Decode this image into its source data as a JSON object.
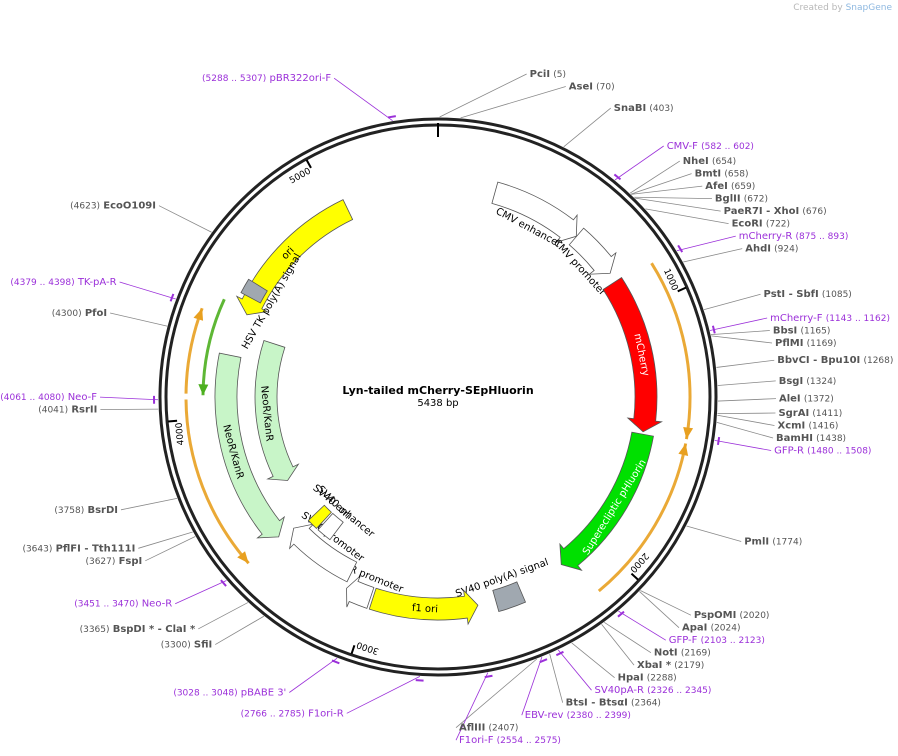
{
  "credit": {
    "prefix": "Created by",
    "brand": "SnapGene"
  },
  "plasmid": {
    "name": "Lyn-tailed mCherry-SEpHluorin",
    "length": "5438 bp"
  },
  "ticks": [
    {
      "pos": 1000,
      "label": "1000"
    },
    {
      "pos": 2000,
      "label": "2000"
    },
    {
      "pos": 3000,
      "label": "3000"
    },
    {
      "pos": 4000,
      "label": "4000"
    },
    {
      "pos": 5000,
      "label": "5000"
    }
  ],
  "features": [
    {
      "label": "ori",
      "start": 4430,
      "end": 5050,
      "color": "#ffff00",
      "dir": "rev"
    },
    {
      "label": "CMV enhancer",
      "start": 235,
      "end": 615,
      "color": "#ffffff",
      "dir": "fwd"
    },
    {
      "label": "CMV promoter",
      "start": 616,
      "end": 820,
      "color": "#ffffff",
      "dir": "fwd"
    },
    {
      "label": "mCherry",
      "start": 860,
      "end": 1505,
      "color": "#ff0000",
      "dir": "fwd"
    },
    {
      "label": "Superecliptic pHluorin",
      "start": 1515,
      "end": 2170,
      "color": "#00e000",
      "dir": "fwd"
    },
    {
      "label": "SV40 poly(A) signal",
      "start": 2370,
      "end": 2480,
      "color": "#a0a8b0",
      "dir": "none"
    },
    {
      "label": "f1 ori",
      "start": 2555,
      "end": 2990,
      "color": "#ffff00",
      "dir": "rev"
    },
    {
      "label": "AmpR promoter",
      "start": 3000,
      "end": 3105,
      "color": "#ffffff",
      "dir": "fwd"
    },
    {
      "label": "SV40 promoter",
      "start": 3115,
      "end": 3440,
      "color": "#ffffff",
      "dir": "fwd"
    },
    {
      "label": "SV40 enhancer",
      "start": 3280,
      "end": 3355,
      "color": "#ffffff",
      "dir": "none"
    },
    {
      "label": "SV40 ori",
      "start": 3365,
      "end": 3420,
      "color": "#ffff00",
      "dir": "none"
    },
    {
      "label": "NeoR/KanR",
      "start": 3455,
      "end": 4250,
      "color": "#c8f5c8",
      "dir": "rev"
    },
    {
      "label": "NeoR/KanR",
      "start": 3640,
      "end": 4350,
      "color": "#c8f5c8",
      "dir": "rev"
    },
    {
      "label": "HSV TK poly(A) signal",
      "start": 4500,
      "end": 4560,
      "color": "#a0a8b0",
      "dir": "none"
    }
  ],
  "primer_arrows": [
    {
      "start": 875,
      "end": 1505,
      "dir": "fwd",
      "color": "#e8a020"
    },
    {
      "start": 1520,
      "end": 2120,
      "dir": "rev",
      "color": "#e8a020"
    },
    {
      "start": 3455,
      "end": 4070,
      "dir": "rev",
      "color": "#e8a020"
    },
    {
      "start": 4090,
      "end": 4390,
      "dir": "fwd",
      "color": "#e8a020"
    },
    {
      "start": 4085,
      "end": 4450,
      "dir": "rev",
      "color": "#4caf1f"
    }
  ],
  "sites": [
    {
      "name": "PciI",
      "num": "(5)",
      "pos": 5,
      "side": "numFirst"
    },
    {
      "name": "AseI",
      "num": "(70)",
      "pos": 70
    },
    {
      "name": "SnaBI",
      "num": "(403)",
      "pos": 403
    },
    {
      "name": "CMV-F",
      "num": "(582 .. 602)",
      "pos": 592,
      "primer": true
    },
    {
      "name": "NheI",
      "num": "(654)",
      "pos": 654
    },
    {
      "name": "BmtI",
      "num": "(658)",
      "pos": 658
    },
    {
      "name": "AfeI",
      "num": "(659)",
      "pos": 659
    },
    {
      "name": "BglII",
      "num": "(672)",
      "pos": 672
    },
    {
      "name": "PaeR7I - XhoI",
      "num": "(676)",
      "pos": 676
    },
    {
      "name": "EcoRI",
      "num": "(722)",
      "pos": 722
    },
    {
      "name": "mCherry-R",
      "num": "(875 .. 893)",
      "pos": 884,
      "primer": true
    },
    {
      "name": "AhdI",
      "num": "(924)",
      "pos": 924
    },
    {
      "name": "PstI - SbfI",
      "num": "(1085)",
      "pos": 1085
    },
    {
      "name": "mCherry-F",
      "num": "(1143 .. 1162)",
      "pos": 1152,
      "primer": true
    },
    {
      "name": "BbsI",
      "num": "(1165)",
      "pos": 1165
    },
    {
      "name": "PflMI",
      "num": "(1169)",
      "pos": 1169
    },
    {
      "name": "BbvCI - Bpu10I",
      "num": "(1268)",
      "pos": 1268
    },
    {
      "name": "BsgI",
      "num": "(1324)",
      "pos": 1324
    },
    {
      "name": "AleI",
      "num": "(1372)",
      "pos": 1372
    },
    {
      "name": "SgrAI",
      "num": "(1411)",
      "pos": 1411
    },
    {
      "name": "XcmI",
      "num": "(1416)",
      "pos": 1416
    },
    {
      "name": "BamHI",
      "num": "(1438)",
      "pos": 1438
    },
    {
      "name": "GFP-R",
      "num": "(1480 .. 1508)",
      "pos": 1494,
      "primer": true
    },
    {
      "name": "PmlI",
      "num": "(1774)",
      "pos": 1774
    },
    {
      "name": "PspOMI",
      "num": "(2020)",
      "pos": 2020
    },
    {
      "name": "ApaI",
      "num": "(2024)",
      "pos": 2024
    },
    {
      "name": "GFP-F",
      "num": "(2103 .. 2123)",
      "pos": 2113,
      "primer": true
    },
    {
      "name": "NotI",
      "num": "(2169)",
      "pos": 2169
    },
    {
      "name": "XbaI *",
      "num": "(2179)",
      "pos": 2179
    },
    {
      "name": "HpaI",
      "num": "(2288)",
      "pos": 2288
    },
    {
      "name": "SV40pA-R",
      "num": "(2326 .. 2345)",
      "pos": 2335,
      "primer": true
    },
    {
      "name": "BtsI - BtsαI",
      "num": "(2364)",
      "pos": 2364
    },
    {
      "name": "EBV-rev",
      "num": "(2380 .. 2399)",
      "pos": 2390,
      "primer": true
    },
    {
      "name": "AflIII",
      "num": "(2407)",
      "pos": 2407
    },
    {
      "name": "F1ori-F",
      "num": "(2554 .. 2575)",
      "pos": 2564,
      "primer": true
    },
    {
      "name": "F1ori-R",
      "num": "(2766 .. 2785)",
      "pos": 2775,
      "primer": true
    },
    {
      "name": "pBABE 3'",
      "num": "(3028 .. 3048)",
      "pos": 3038,
      "primer": true
    },
    {
      "name": "SfiI",
      "num": "(3300)",
      "pos": 3300
    },
    {
      "name": "BspDI * - ClaI *",
      "num": "(3365)",
      "pos": 3365
    },
    {
      "name": "Neo-R",
      "num": "(3451 .. 3470)",
      "pos": 3460,
      "primer": true
    },
    {
      "name": "FspI",
      "num": "(3627)",
      "pos": 3627
    },
    {
      "name": "PflFI - Tth111I",
      "num": "(3643)",
      "pos": 3643
    },
    {
      "name": "BsrDI",
      "num": "(3758)",
      "pos": 3758
    },
    {
      "name": "RsrII",
      "num": "(4041)",
      "pos": 4041
    },
    {
      "name": "Neo-F",
      "num": "(4061 .. 4080)",
      "pos": 4070,
      "primer": true
    },
    {
      "name": "PfoI",
      "num": "(4300)",
      "pos": 4300
    },
    {
      "name": "TK-pA-R",
      "num": "(4379 .. 4398)",
      "pos": 4388,
      "primer": true
    },
    {
      "name": "EcoO109I",
      "num": "(4623)",
      "pos": 4623
    },
    {
      "name": "pBR322ori-F",
      "num": "(5288 .. 5307)",
      "pos": 5297,
      "primer": true
    }
  ]
}
